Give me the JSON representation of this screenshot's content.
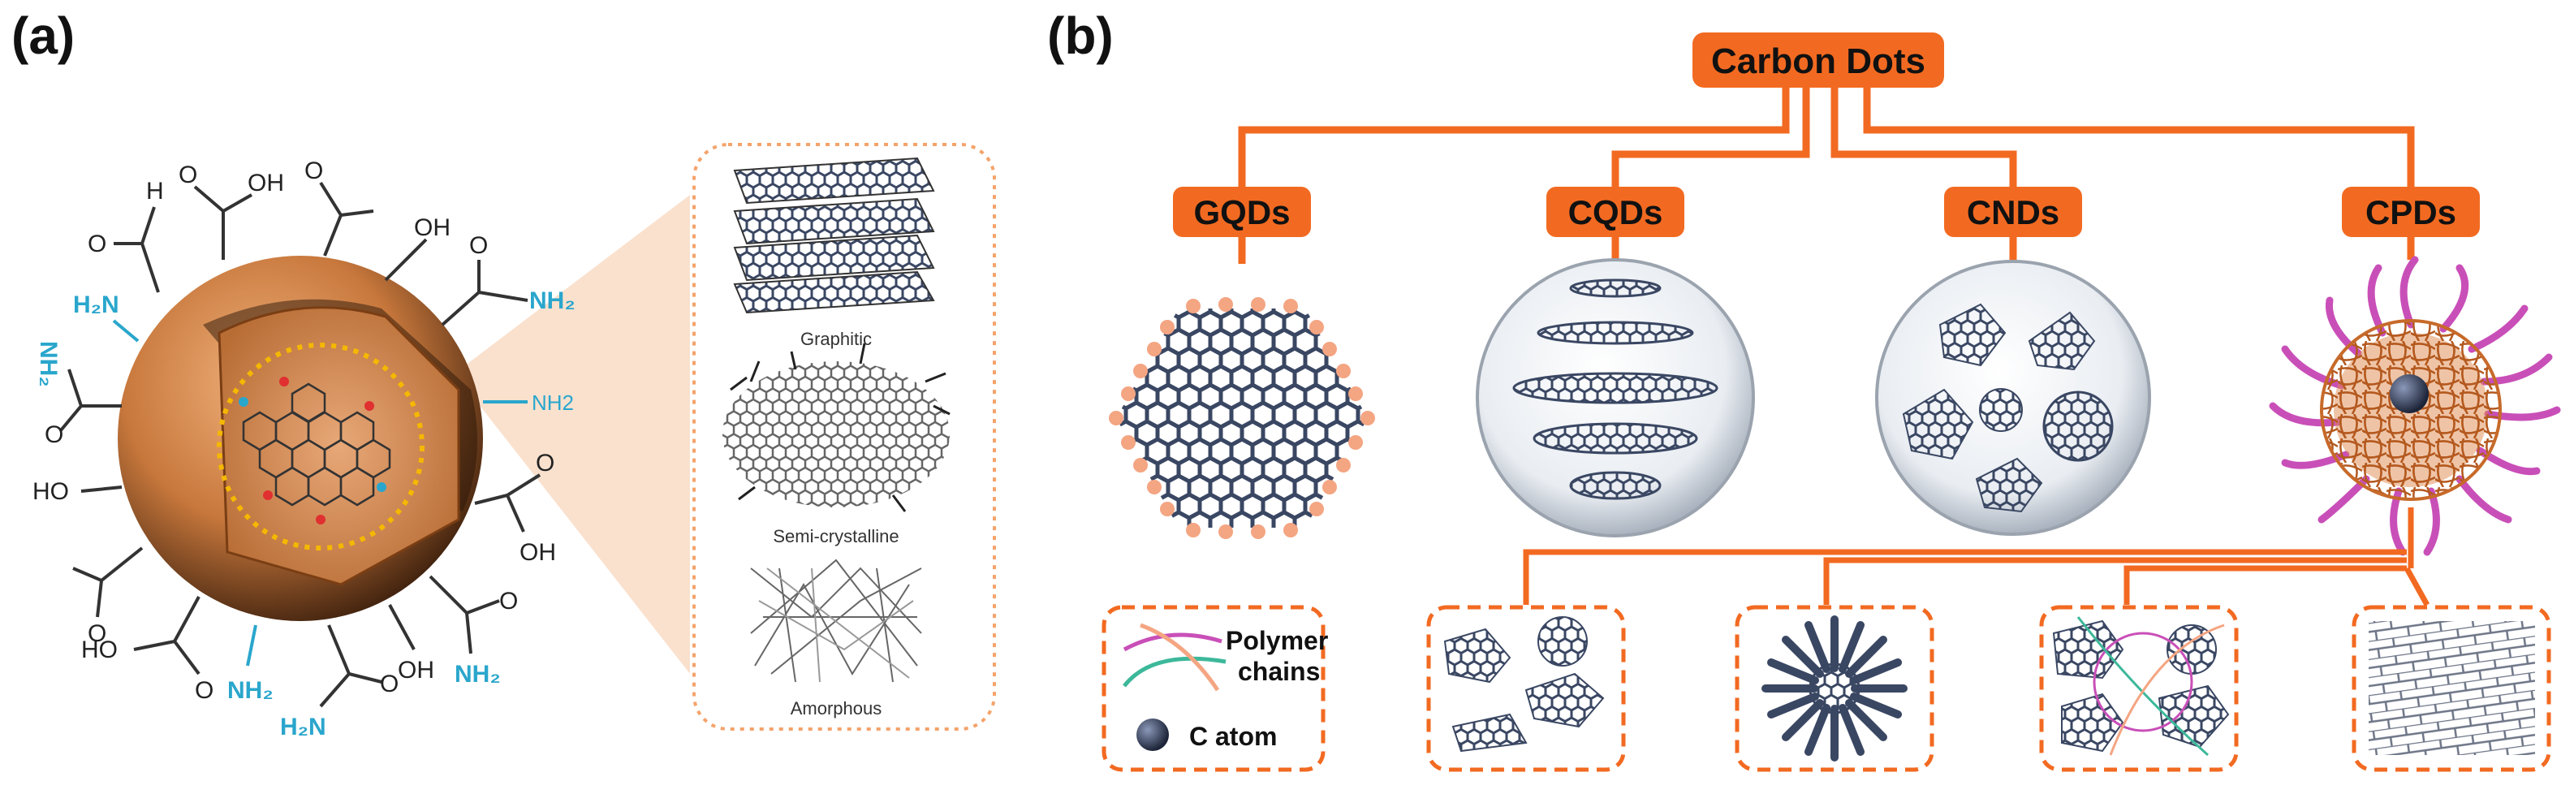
{
  "panel_a": {
    "label": "(a)",
    "groups": {
      "cho": "H",
      "o": "O",
      "oh": "OH",
      "ho": "HO",
      "h2n": "H₂N",
      "nh2": "NH₂",
      "nh2_plain": "NH2"
    },
    "structures": [
      "Graphitic",
      "Semi-crystalline",
      "Amorphous"
    ],
    "colors": {
      "sphere": "#c8834a",
      "amine": "#2aa6cc",
      "core_ring": "#f5b800",
      "callout": "#f6c9a6"
    }
  },
  "panel_b": {
    "label": "(b)",
    "root": "Carbon Dots",
    "categories": [
      "GQDs",
      "CQDs",
      "CNDs",
      "CPDs"
    ],
    "legend": {
      "polymer": "Polymer\nchains",
      "atom": "C atom"
    },
    "colors": {
      "tree": "#f26a21",
      "box_fill": "#f26a21",
      "carbon": "#3a4763",
      "chain": "#c94fb8",
      "edge_atom": "#f4a582"
    }
  }
}
